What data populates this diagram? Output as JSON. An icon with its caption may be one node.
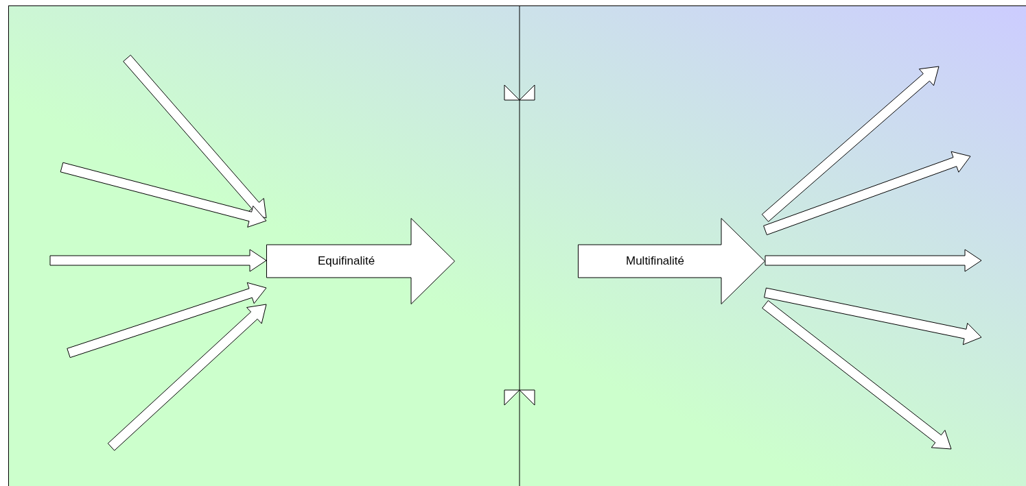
{
  "diagram": {
    "nodes": [
      {
        "text": [
          "Equifinalité"
        ]
      },
      {
        "text": [
          "Multifinalité"
        ]
      }
    ],
    "edges": [
      {
        "from": null,
        "to": 0,
        "arrow": "to"
      },
      {
        "from": null,
        "to": 0,
        "arrow": "to"
      },
      {
        "from": null,
        "to": 0,
        "arrow": "to"
      },
      {
        "from": null,
        "to": 0,
        "arrow": "to"
      },
      {
        "from": null,
        "to": 0,
        "arrow": "to"
      },
      {
        "from": 1,
        "to": null,
        "arrow": "to"
      },
      {
        "from": 1,
        "to": null,
        "arrow": "to"
      },
      {
        "from": 1,
        "to": null,
        "arrow": "to"
      },
      {
        "from": 1,
        "to": null,
        "arrow": "to"
      },
      {
        "from": 1,
        "to": null,
        "arrow": "to"
      }
    ]
  }
}
